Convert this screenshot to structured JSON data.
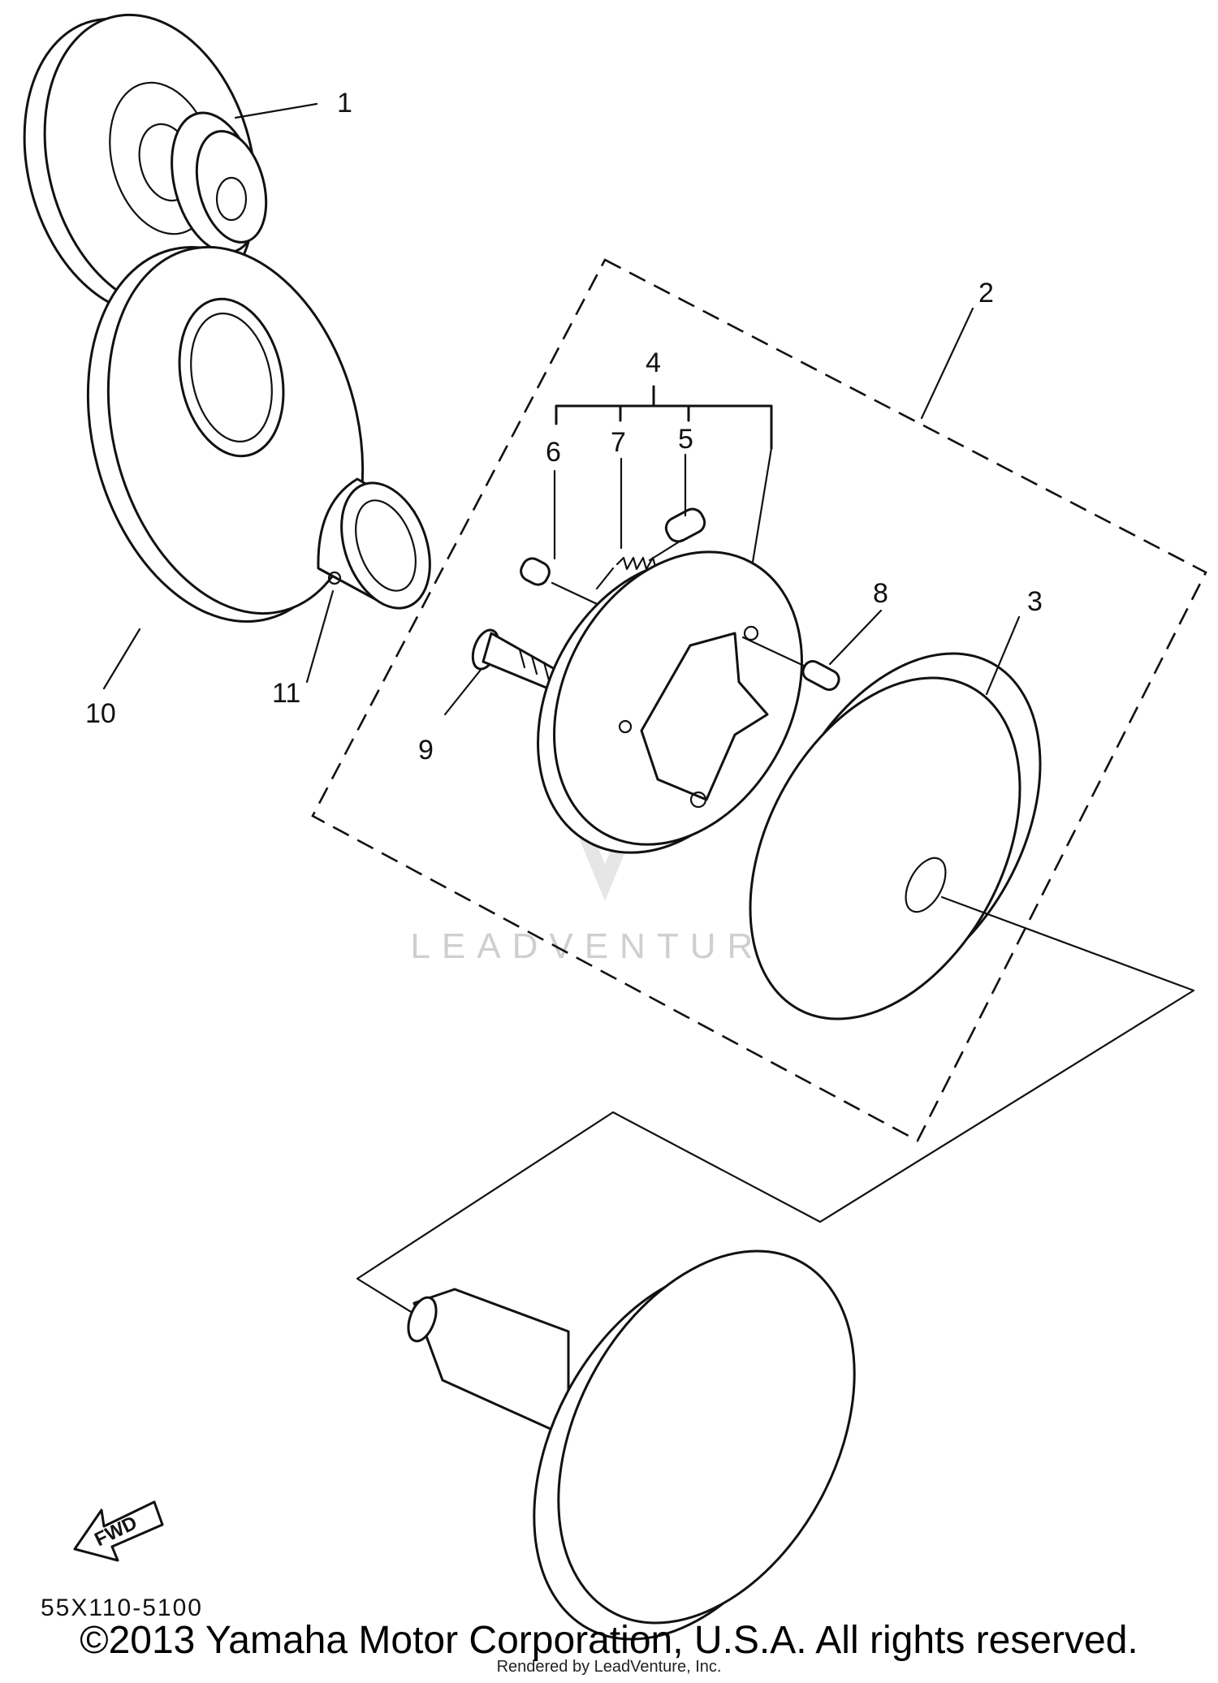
{
  "diagram": {
    "callouts": {
      "c1": "1",
      "c2": "2",
      "c3": "3",
      "c4": "4",
      "c5": "5",
      "c6": "6",
      "c7": "7",
      "c8": "8",
      "c9": "9",
      "c10": "10",
      "c11": "11"
    },
    "fwd_label": "FWD",
    "drawing_code": "55X110-5100",
    "watermark": "LEADVENTURE"
  },
  "footer": {
    "copyright": "©2013 Yamaha Motor Corporation, U.S.A. All rights reserved.",
    "render_note": "Rendered by LeadVenture, Inc."
  }
}
